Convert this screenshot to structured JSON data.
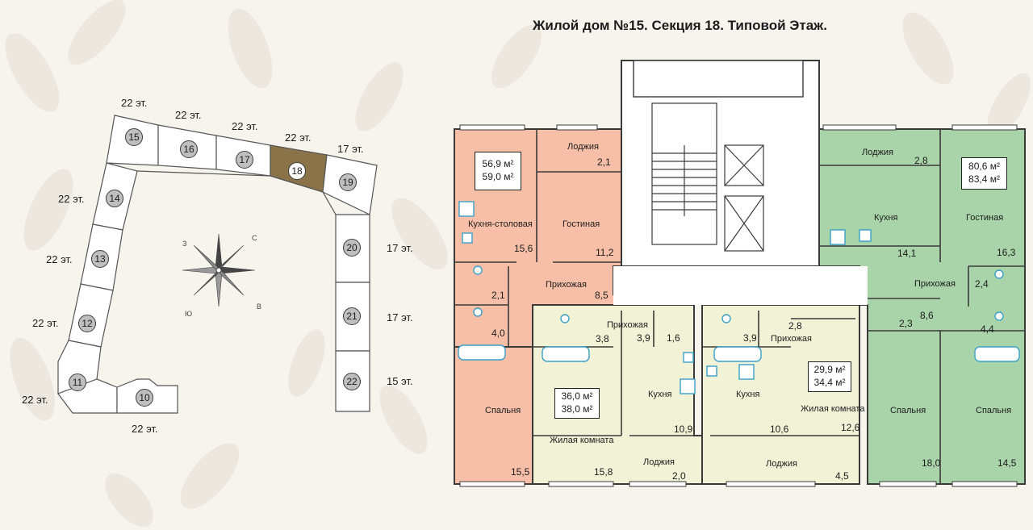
{
  "title": "Жилой дом №15. Секция 18. Типовой Этаж.",
  "colors": {
    "background": "#f7f4ee",
    "leaf": "#ebe6dc",
    "apartment_pink": "#f7bfa8",
    "apartment_yellow": "#f1f2d6",
    "apartment_green": "#a9d3a8",
    "selected_section": "#8b7349",
    "walls": "#3a3a3a"
  },
  "site_plan": {
    "sections": [
      {
        "number": "10",
        "floors": "22 эт."
      },
      {
        "number": "11",
        "floors": "22 эт."
      },
      {
        "number": "12",
        "floors": "22 эт."
      },
      {
        "number": "13",
        "floors": "22 эт."
      },
      {
        "number": "14",
        "floors": "22 эт."
      },
      {
        "number": "15",
        "floors": "22 эт."
      },
      {
        "number": "16",
        "floors": "22 эт."
      },
      {
        "number": "17",
        "floors": "22 эт."
      },
      {
        "number": "18",
        "floors": "22 эт.",
        "selected": true
      },
      {
        "number": "19",
        "floors": "17 эт."
      },
      {
        "number": "20",
        "floors": "17 эт."
      },
      {
        "number": "21",
        "floors": "17 эт."
      },
      {
        "number": "22",
        "floors": "15 эт."
      }
    ],
    "compass": {
      "north": "С",
      "south": "Ю",
      "east": "В",
      "west": "З",
      "icon": "compass-rose-icon"
    }
  },
  "apartments": {
    "left": {
      "area_living": "56,9 м²",
      "area_total": "59,0 м²",
      "rooms": [
        {
          "name": "Лоджия",
          "area": "2,1"
        },
        {
          "name": "Кухня-столовая",
          "area": "15,6"
        },
        {
          "name": "Гостиная",
          "area": "11,2"
        },
        {
          "name": "Прихожая",
          "area": "8,5"
        },
        {
          "name": "",
          "area": "2,1"
        },
        {
          "name": "",
          "area": "4,0"
        },
        {
          "name": "Спальня",
          "area": "15,5"
        }
      ]
    },
    "center_left": {
      "area_living": "36,0 м²",
      "area_total": "38,0 м²",
      "rooms": [
        {
          "name": "",
          "area": "3,8"
        },
        {
          "name": "Прихожая",
          "area": "3,9"
        },
        {
          "name": "",
          "area": "1,6"
        },
        {
          "name": "Кухня",
          "area": "10,9"
        },
        {
          "name": "Жилая комната",
          "area": "15,8"
        },
        {
          "name": "Лоджия",
          "area": "2,0"
        }
      ]
    },
    "center_right": {
      "area_living": "29,9 м²",
      "area_total": "34,4 м²",
      "rooms": [
        {
          "name": "",
          "area": "3,9"
        },
        {
          "name": "Прихожая",
          "area": "2,8"
        },
        {
          "name": "Кухня",
          "area": "10,6"
        },
        {
          "name": "Жилая комната",
          "area": "12,6"
        },
        {
          "name": "Лоджия",
          "area": "4,5"
        }
      ]
    },
    "right": {
      "area_living": "80,6 м²",
      "area_total": "83,4 м²",
      "rooms": [
        {
          "name": "Лоджия",
          "area": "2,8"
        },
        {
          "name": "Кухня",
          "area": "14,1"
        },
        {
          "name": "Гостиная",
          "area": "16,3"
        },
        {
          "name": "Прихожая",
          "area": "8,6"
        },
        {
          "name": "",
          "area": "2,4"
        },
        {
          "name": "",
          "area": "2,3"
        },
        {
          "name": "",
          "area": "4,4"
        },
        {
          "name": "Спальня",
          "area": "18,0"
        },
        {
          "name": "Спальня",
          "area": "14,5"
        }
      ]
    }
  }
}
